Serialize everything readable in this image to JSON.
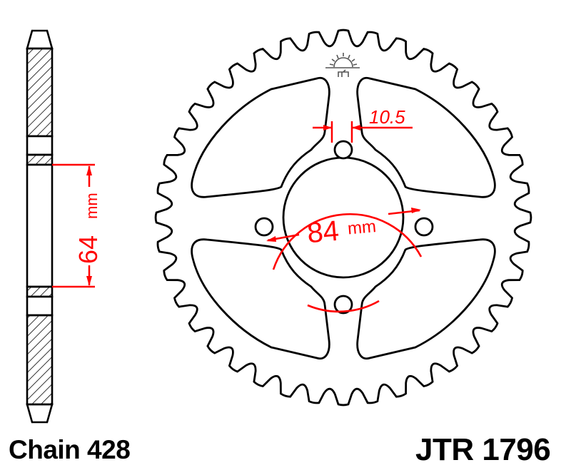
{
  "labels": {
    "chain": "Chain 428",
    "part_number": "JTR 1796"
  },
  "dimensions": {
    "bolt_circle_value": "84",
    "bolt_circle_unit": "mm",
    "bolt_hole_value": "10.5",
    "thickness_value": "64",
    "thickness_unit": "mm"
  },
  "sprocket": {
    "teeth": 40,
    "bolt_holes": 4,
    "lightening_holes": 4
  },
  "icons": {
    "logo": "sunrise-logo-icon"
  },
  "colors": {
    "outline": "#000000",
    "dimension": "#ff0000",
    "background": "#ffffff",
    "logo": "#555555"
  }
}
